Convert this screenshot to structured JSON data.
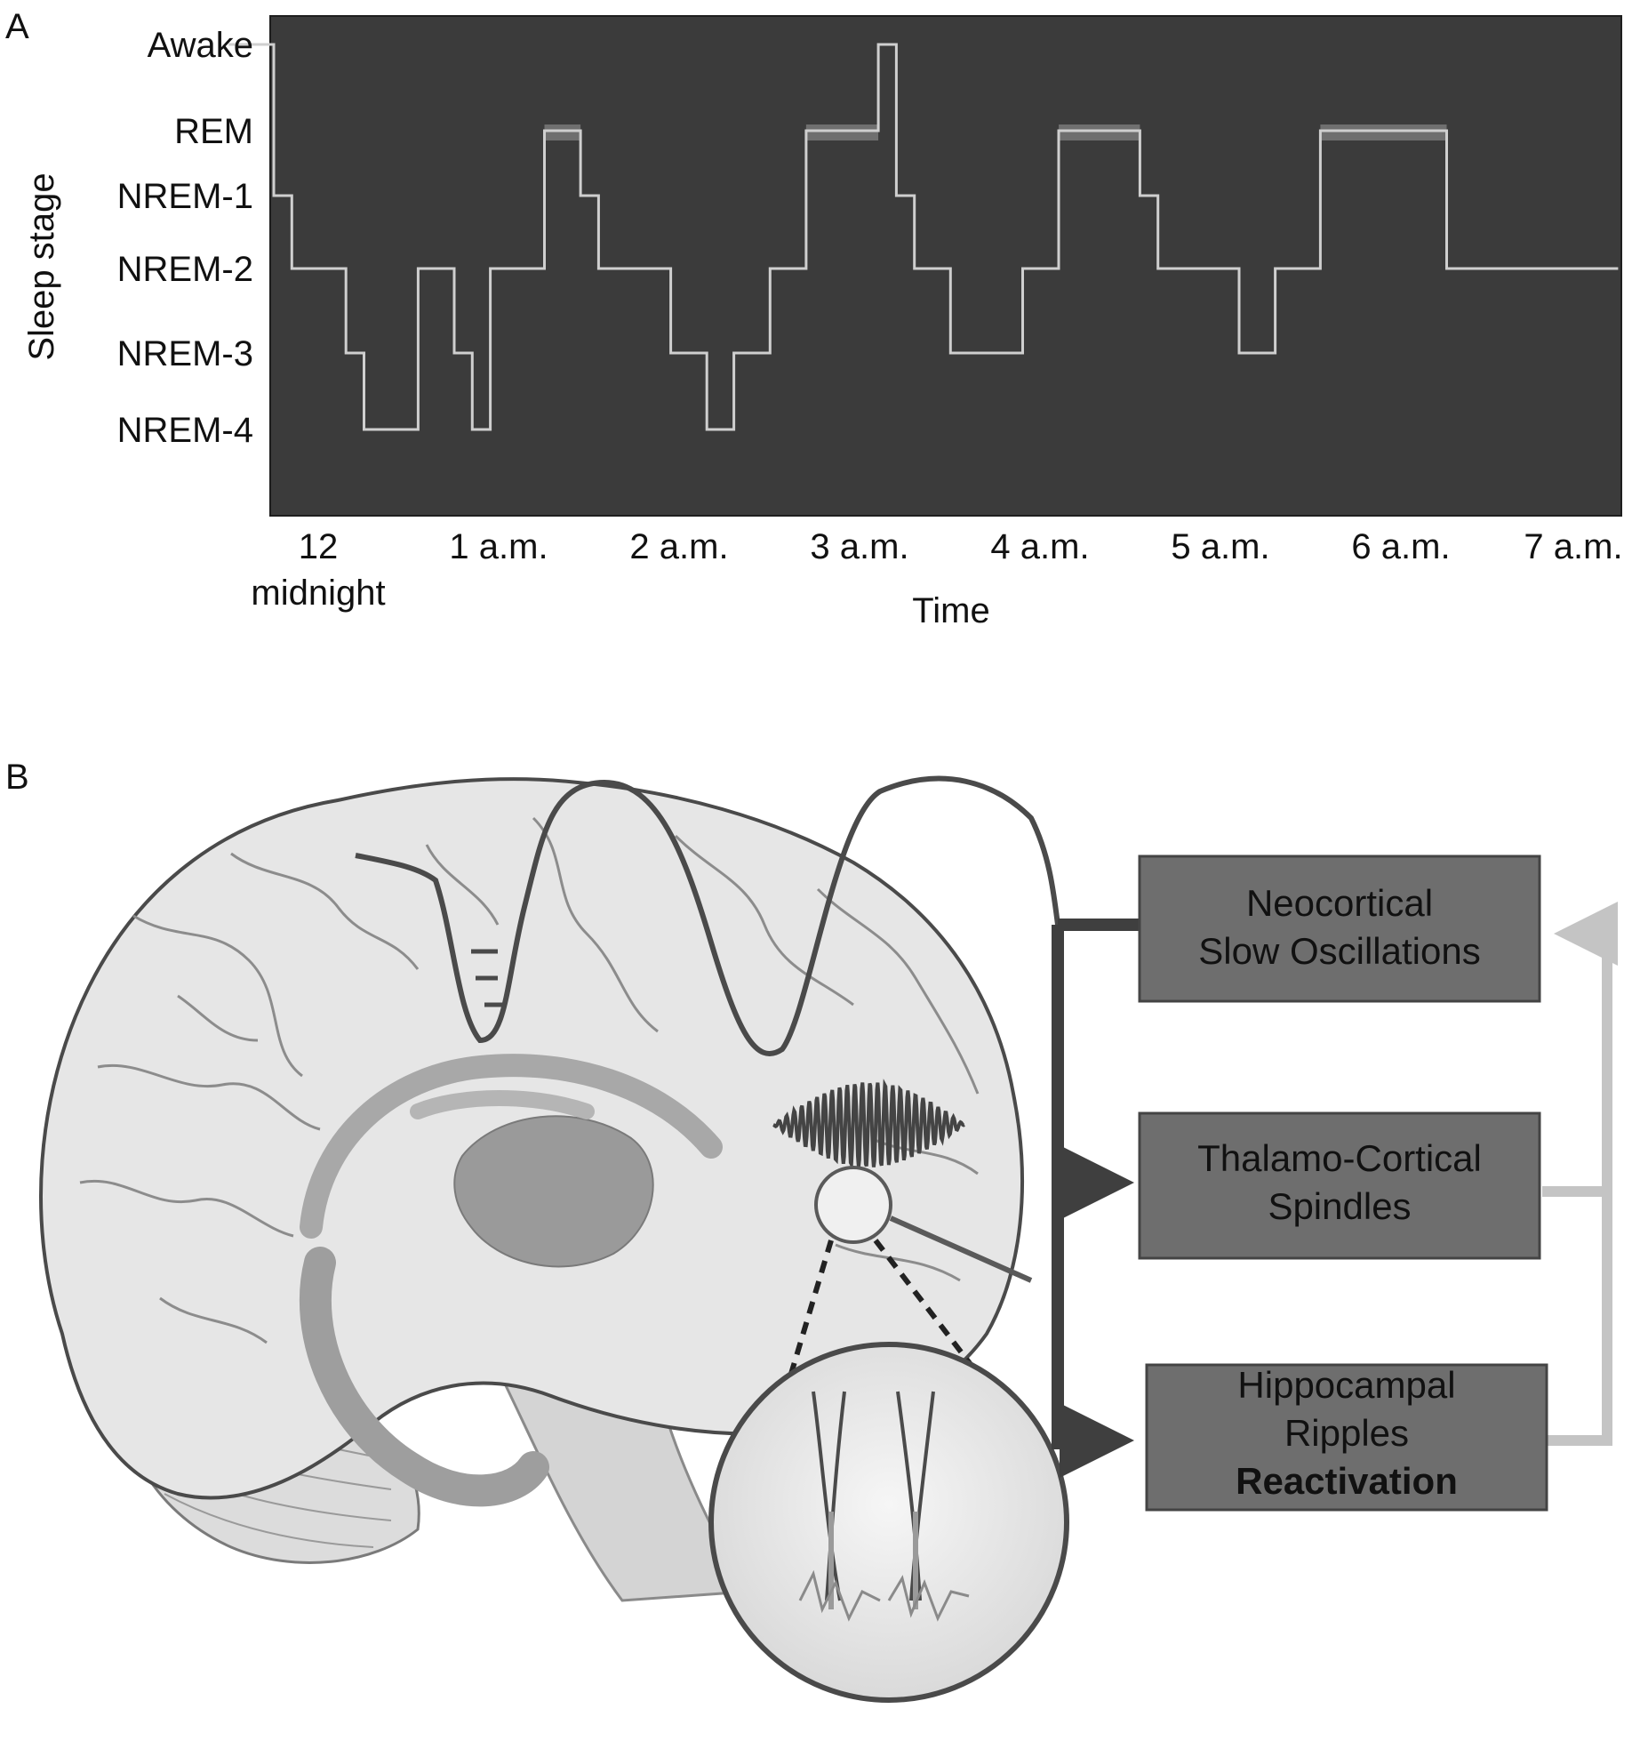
{
  "panel_a": {
    "letter": "A",
    "chart_data": {
      "type": "line",
      "subtype": "step",
      "title": "",
      "xlabel": "Time",
      "ylabel": "Sleep stage",
      "x_unit": "hours after midnight",
      "x_tick_labels": [
        {
          "line1": "12",
          "line2": "midnight"
        },
        {
          "line1": "1 a.m.",
          "line2": ""
        },
        {
          "line1": "2 a.m.",
          "line2": ""
        },
        {
          "line1": "3 a.m.",
          "line2": ""
        },
        {
          "line1": "4 a.m.",
          "line2": ""
        },
        {
          "line1": "5 a.m.",
          "line2": ""
        },
        {
          "line1": "6 a.m.",
          "line2": ""
        },
        {
          "line1": "7 a.m.",
          "line2": ""
        }
      ],
      "xlim": [
        0,
        7.45
      ],
      "y_categories": [
        "Awake",
        "REM",
        "NREM-1",
        "NREM-2",
        "NREM-3",
        "NREM-4"
      ],
      "hypnogram_points": [
        [
          -0.25,
          0
        ],
        [
          0.0,
          0
        ],
        [
          0.0,
          2
        ],
        [
          0.1,
          2
        ],
        [
          0.1,
          3
        ],
        [
          0.4,
          3
        ],
        [
          0.4,
          4
        ],
        [
          0.5,
          4
        ],
        [
          0.5,
          5
        ],
        [
          0.8,
          5
        ],
        [
          0.8,
          3
        ],
        [
          1.0,
          3
        ],
        [
          1.0,
          4
        ],
        [
          1.1,
          4
        ],
        [
          1.1,
          5
        ],
        [
          1.2,
          5
        ],
        [
          1.2,
          3
        ],
        [
          1.5,
          3
        ],
        [
          1.5,
          1
        ],
        [
          1.7,
          1
        ],
        [
          1.7,
          2
        ],
        [
          1.8,
          2
        ],
        [
          1.8,
          3
        ],
        [
          2.2,
          3
        ],
        [
          2.2,
          4
        ],
        [
          2.4,
          4
        ],
        [
          2.4,
          5
        ],
        [
          2.55,
          5
        ],
        [
          2.55,
          4
        ],
        [
          2.75,
          4
        ],
        [
          2.75,
          3
        ],
        [
          2.95,
          3
        ],
        [
          2.95,
          1
        ],
        [
          3.35,
          1
        ],
        [
          3.35,
          0
        ],
        [
          3.45,
          0
        ],
        [
          3.45,
          2
        ],
        [
          3.55,
          2
        ],
        [
          3.55,
          3
        ],
        [
          3.75,
          3
        ],
        [
          3.75,
          4
        ],
        [
          4.15,
          4
        ],
        [
          4.15,
          3
        ],
        [
          4.35,
          3
        ],
        [
          4.35,
          1
        ],
        [
          4.8,
          1
        ],
        [
          4.8,
          2
        ],
        [
          4.9,
          2
        ],
        [
          4.9,
          3
        ],
        [
          5.35,
          3
        ],
        [
          5.35,
          4
        ],
        [
          5.55,
          4
        ],
        [
          5.55,
          3
        ],
        [
          5.8,
          3
        ],
        [
          5.8,
          1
        ],
        [
          6.5,
          1
        ],
        [
          6.5,
          3
        ],
        [
          7.45,
          3
        ]
      ],
      "rem_bars": [
        [
          1.5,
          1.7
        ],
        [
          2.95,
          3.35
        ],
        [
          4.35,
          4.8
        ],
        [
          5.8,
          6.5
        ]
      ],
      "background_color": "#3b3b3b",
      "line_color": "#cfcfcf",
      "rem_bar_color": "#6f6f6f",
      "grid": false,
      "legend": "none"
    }
  },
  "panel_b": {
    "letter": "B",
    "boxes": [
      {
        "lines": [
          "Neocortical",
          "Slow Oscillations"
        ],
        "bold_line": ""
      },
      {
        "lines": [
          "Thalamo-Cortical",
          "Spindles"
        ],
        "bold_line": ""
      },
      {
        "lines": [
          "Hippocampal",
          "Ripples"
        ],
        "bold_line": "Reactivation"
      }
    ],
    "colors": {
      "box_fill": "#6e6e6e",
      "box_border": "#444444",
      "arrow_dark": "#3f3f3f",
      "arrow_light": "#c4c4c4",
      "brain_outline": "#4a4a4a",
      "brain_fill": "#e6e6e6"
    }
  }
}
